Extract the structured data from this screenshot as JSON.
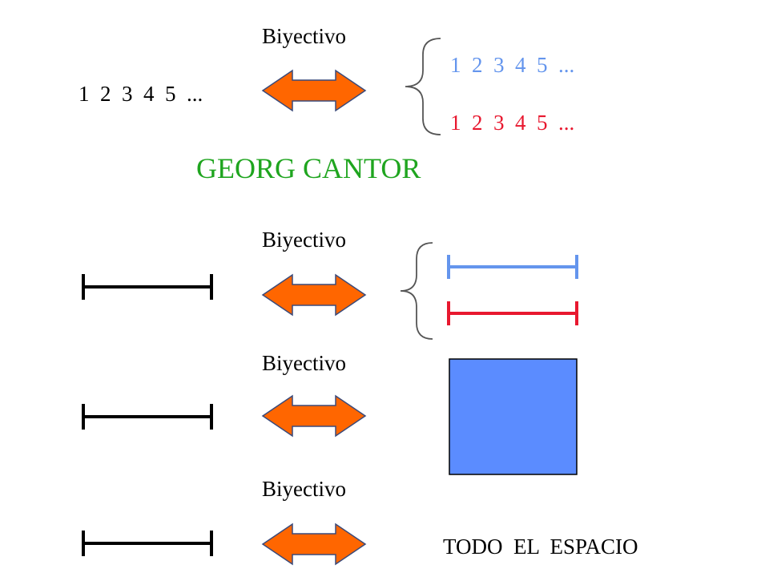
{
  "labels": {
    "row1": "Biyectivo",
    "row2": "Biyectivo",
    "row3": "Biyectivo",
    "row4": "Biyectivo"
  },
  "sequences": {
    "left": "1  2  3  4  5  ...",
    "right_top": "1  2  3  4  5  ...",
    "right_bottom": "1  2  3  4  5  ..."
  },
  "title": "GEORG CANTOR",
  "bottom_right": "TODO  EL  ESPACIO",
  "colors": {
    "black": "#000000",
    "blue": "#6495ED",
    "red": "#E8182F",
    "green": "#1FA51F",
    "arrow_fill": "#FF6600",
    "arrow_stroke": "#3A4A7A",
    "square_fill": "#5B8CFF",
    "brace": "#555555"
  }
}
